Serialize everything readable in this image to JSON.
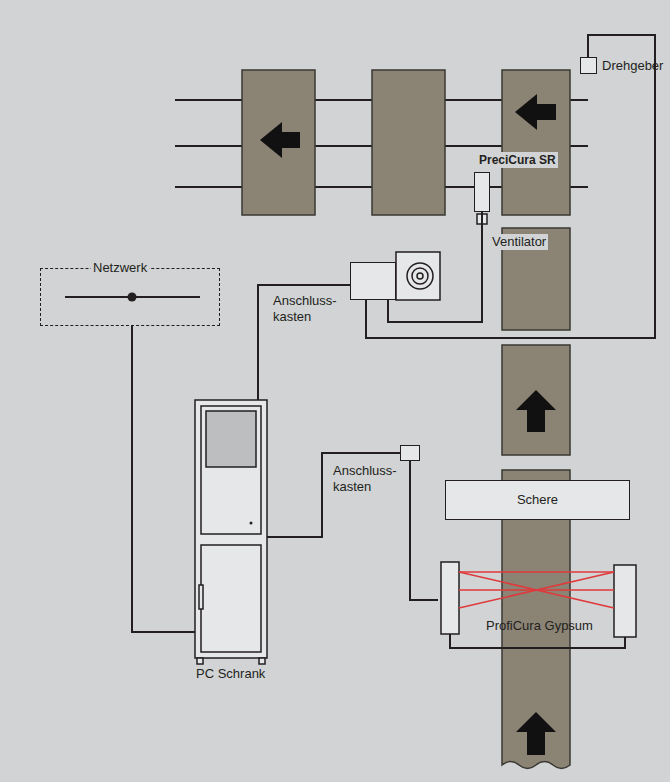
{
  "diagram": {
    "nodes": [
      {
        "text": [
          "Drehgeber"
        ]
      },
      {
        "text": [
          "PreciCura SR"
        ]
      },
      {
        "text": [
          "Netzwerk"
        ]
      },
      {
        "text": [
          "Anschluss- kasten"
        ]
      },
      {
        "text": [
          "Anschluss- kasten"
        ]
      },
      {
        "text": [
          "Schere"
        ]
      },
      {
        "text": [
          "ProfiCura Gypsum"
        ]
      },
      {
        "text": [
          "PC Schrank"
        ]
      }
    ],
    "edges": [
      {
        "from": 2,
        "to": 7,
        "arrow": "none"
      },
      {
        "from": 7,
        "to": 3,
        "arrow": "none"
      },
      {
        "from": 7,
        "to": 4,
        "arrow": "none"
      },
      {
        "from": 3,
        "to": 1,
        "arrow": "none"
      },
      {
        "from": 3,
        "to": 0,
        "arrow": "none"
      },
      {
        "from": 4,
        "to": 6,
        "arrow": "none"
      }
    ],
    "labels": [
      "Ventilator"
    ]
  }
}
